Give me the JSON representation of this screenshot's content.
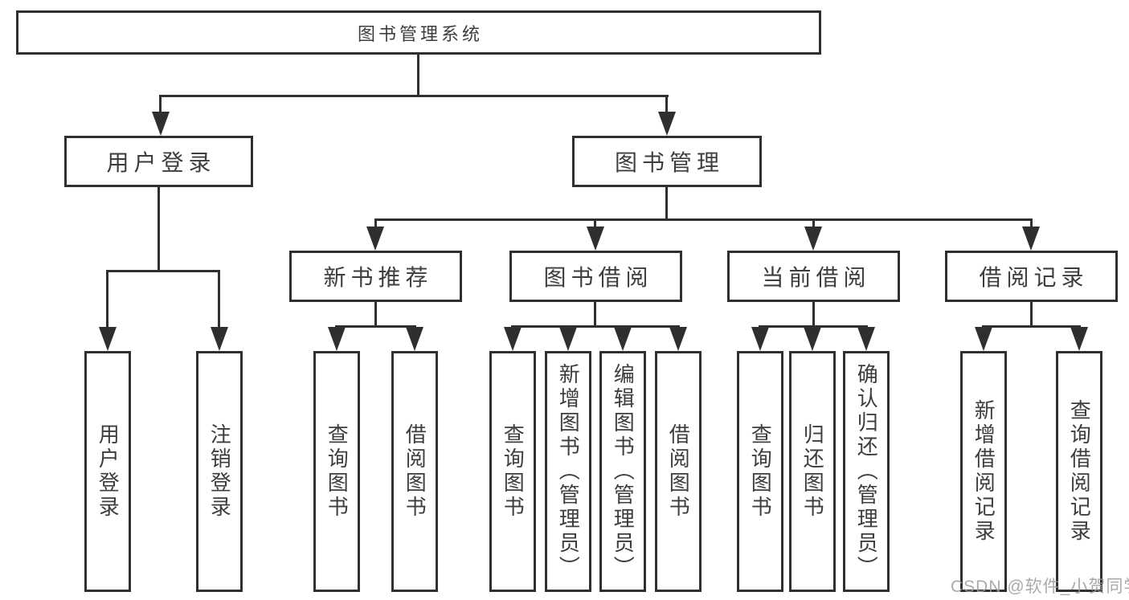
{
  "diagram": {
    "title_node": "图书管理系统",
    "level2": {
      "user_login": "用户登录",
      "book_mgmt": "图书管理"
    },
    "level3": {
      "new_book": "新书推荐",
      "book_borrow": "图书借阅",
      "current_borrow": "当前借阅",
      "borrow_records": "借阅记录"
    },
    "leaves": {
      "user_login": [
        "用户登录",
        "注销登录"
      ],
      "new_book": [
        "查询图书",
        "借阅图书"
      ],
      "book_borrow": [
        "查询图书",
        "新增图书（管理员）",
        "编辑图书（管理员）",
        "借阅图书"
      ],
      "current_borrow": [
        "查询图书",
        "归还图书",
        "确认归还（管理员）"
      ],
      "borrow_records": [
        "新增借阅记录",
        "查询借阅记录"
      ]
    }
  },
  "watermark": "CSDN @软件_小贺同学",
  "colors": {
    "line": "#2f2f2f",
    "text": "#3d3d3d",
    "background": "#ffffff",
    "watermark": "#9b9ba0"
  }
}
